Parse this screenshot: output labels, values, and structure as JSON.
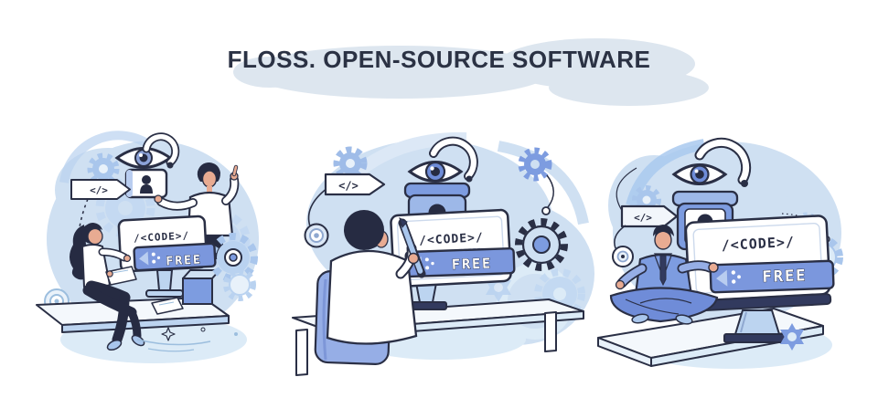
{
  "title": "FLOSS. OPEN-SOURCE SOFTWARE",
  "scenes": [
    {
      "name": "team-presenting-open-code",
      "code_label": "/<CODE>/",
      "free_label": "FREE",
      "tag_label": "</>"
    },
    {
      "name": "developer-reviewing-code",
      "code_label": "/<CODE>/",
      "free_label": "FREE",
      "tag_label": "</>"
    },
    {
      "name": "developer-meditating",
      "code_label": "/<CODE>/",
      "free_label": "FREE",
      "tag_label": "</>"
    }
  ],
  "icons": [
    "eye-icon",
    "open-padlock-icon",
    "code-tag-icon",
    "gear-icon",
    "target-icon",
    "sparkle-icon",
    "monitor",
    "free-ribbon",
    "cloud-blob"
  ],
  "colors": {
    "background": "#ffffff",
    "title_text": "#2b3244",
    "cloud": "#dde6ef",
    "outline": "#2a2f45",
    "dark_navy": "#262b42",
    "primary_blue": "#7b97dd",
    "mid_blue": "#96aee6",
    "light_blue": "#a9c6ec",
    "pale_blue": "#cfe0f2",
    "skin": "#e8ab92"
  }
}
